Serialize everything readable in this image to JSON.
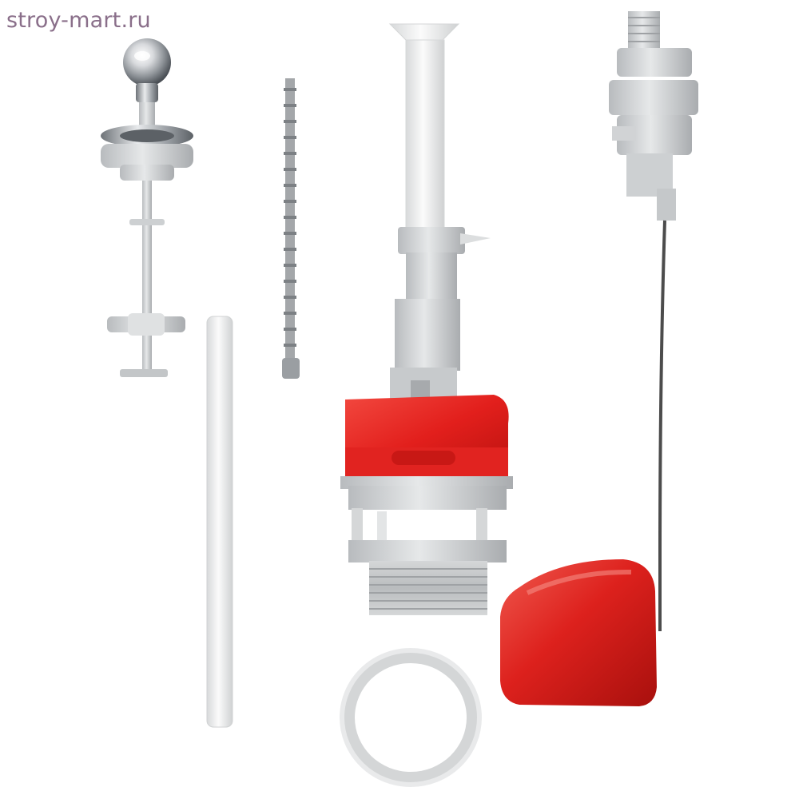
{
  "watermark": {
    "text": "stroy-mart.ru",
    "color": "#8a6f8a"
  },
  "colors": {
    "background": "#ffffff",
    "accent_red": "#e8201e",
    "plastic_grey": "#d9dbdc",
    "plastic_white": "#f2f2f2",
    "chrome": "#c9ccd0",
    "cable": "#4c4c4c"
  },
  "components": [
    "push-button-assembly",
    "bead-chain",
    "overflow-tube",
    "flush-valve",
    "gasket-ring",
    "fill-valve",
    "float-cable",
    "float"
  ]
}
